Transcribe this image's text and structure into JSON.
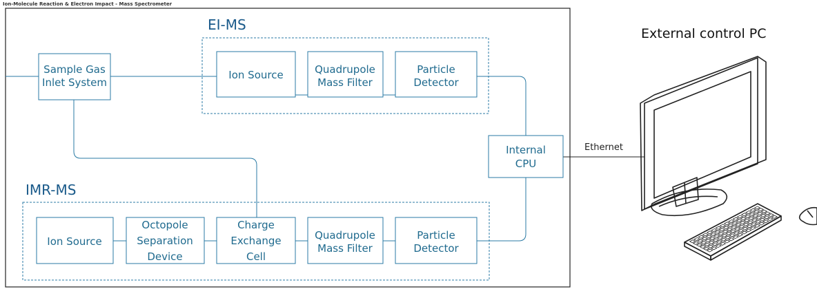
{
  "header": {
    "title": "Ion-Molecule Reaction & Electron Impact - Mass Spectrometer"
  },
  "sections": {
    "ei_ms": "EI-MS",
    "imr_ms": "IMR-MS"
  },
  "inlet": {
    "line1": "Sample Gas",
    "line2": "Inlet System"
  },
  "ei_ms_modules": {
    "ion_source": "Ion Source",
    "quadrupole": [
      "Quadrupole",
      "Mass Filter"
    ],
    "detector": [
      "Particle",
      "Detector"
    ]
  },
  "imr_ms_modules": {
    "ion_source": "Ion Source",
    "octopole": [
      "Octopole",
      "Separation",
      "Device"
    ],
    "charge_exchange": [
      "Charge",
      "Exchange",
      "Cell"
    ],
    "quadrupole": [
      "Quadrupole",
      "Mass Filter"
    ],
    "detector": [
      "Particle",
      "Detector"
    ]
  },
  "cpu": {
    "line1": "Internal",
    "line2": "CPU"
  },
  "ethernet": "Ethernet",
  "pc": {
    "label": "External control PC"
  },
  "colors": {
    "accent": "#2a7aa4",
    "section_text": "#1a5a8a",
    "frame": "#222222"
  },
  "icons": [
    "monitor-icon",
    "keyboard-icon",
    "mouse-icon"
  ]
}
